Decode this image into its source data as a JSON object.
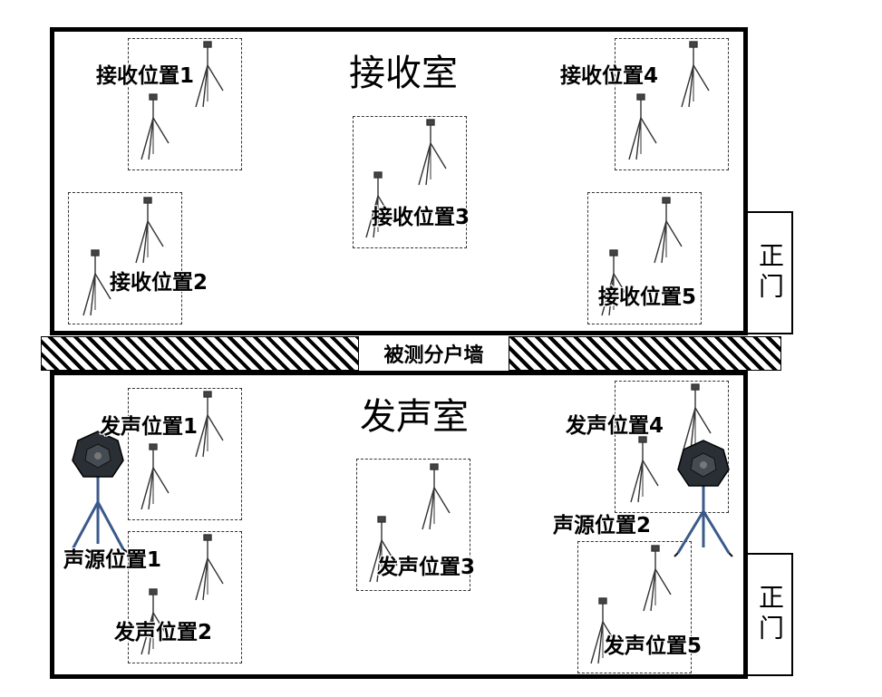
{
  "rooms": {
    "receive": {
      "title": "接收室",
      "door": "正门"
    },
    "source": {
      "title": "发声室",
      "door": "正门"
    }
  },
  "wall": {
    "label": "被测分户墙"
  },
  "receive_positions": [
    "接收位置1",
    "接收位置2",
    "接收位置3",
    "接收位置4",
    "接收位置5"
  ],
  "source_positions": [
    "发声位置1",
    "发声位置2",
    "发声位置3",
    "发声位置4",
    "发声位置5"
  ],
  "speakers": [
    "声源位置1",
    "声源位置2"
  ],
  "icons": {
    "tripod": "tripod-icon",
    "speaker": "dodecahedron-speaker-icon"
  },
  "colors": {
    "line": "#000000",
    "background": "#ffffff",
    "speaker_leg": "#3a5a8a"
  }
}
